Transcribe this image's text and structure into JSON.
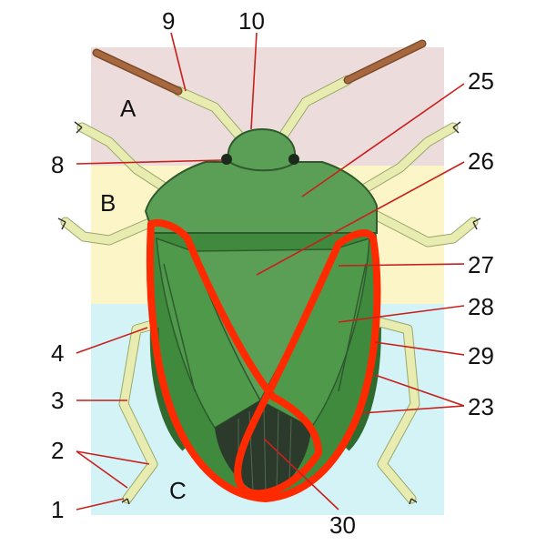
{
  "regions": [
    {
      "id": "A",
      "label": "A",
      "color": "#ecdcdc"
    },
    {
      "id": "B",
      "label": "B",
      "color": "#fbf5c8"
    },
    {
      "id": "C",
      "label": "C",
      "color": "#d3f3f7"
    }
  ],
  "labels": {
    "n1": "1",
    "n2": "2",
    "n3": "3",
    "n4": "4",
    "n8": "8",
    "n9": "9",
    "n10": "10",
    "n23": "23",
    "n25": "25",
    "n26": "26",
    "n27": "27",
    "n28": "28",
    "n29": "29",
    "n30": "30"
  },
  "colors": {
    "body_green": "#4e9a4a",
    "body_dark": "#2f6b2f",
    "membrane": "#2c3a2c",
    "leg": "#e8ecb0",
    "antenna_tip": "#a8683e",
    "outline_highlight": "#ff2a00",
    "leader_line": "#c8201c"
  }
}
